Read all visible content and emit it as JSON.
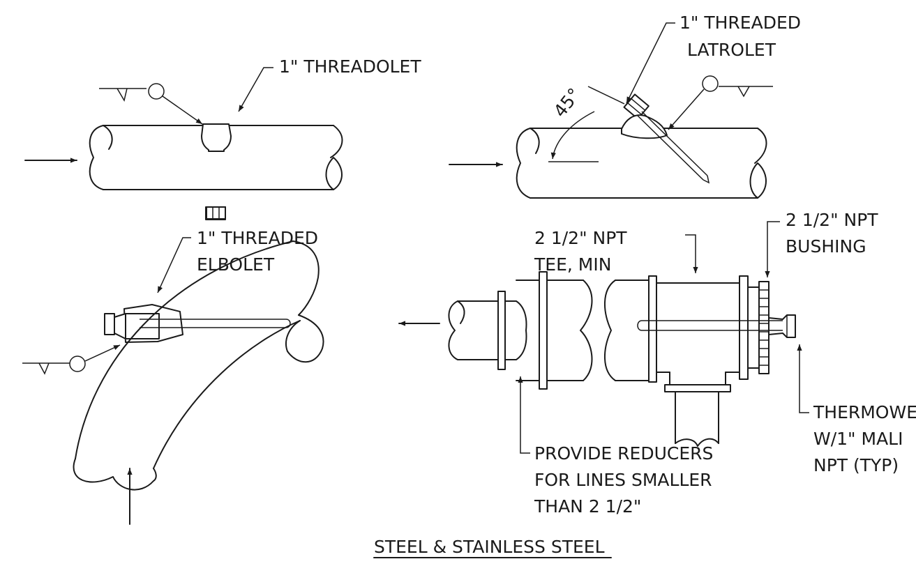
{
  "labels": {
    "threadolet": "1\" THREADOLET",
    "latrolet_line1": "1\" THREADED",
    "latrolet_line2": "LATROLET",
    "angle": "45°",
    "elbolet_line1": "1\" THREADED",
    "elbolet_line2": "ELBOLET",
    "tee_line1": "2 1/2\" NPT",
    "tee_line2": "TEE, MIN",
    "bushing_line1": "2 1/2\" NPT",
    "bushing_line2": "BUSHING",
    "thermowell_line1": "THERMOWE",
    "thermowell_line2": "W/1\" MALI",
    "thermowell_line3": "NPT (TYP)",
    "reducers_line1": "PROVIDE REDUCERS",
    "reducers_line2": "FOR LINES SMALLER",
    "reducers_line3": "THAN 2 1/2\""
  },
  "title": "STEEL & STAINLESS STEEL"
}
